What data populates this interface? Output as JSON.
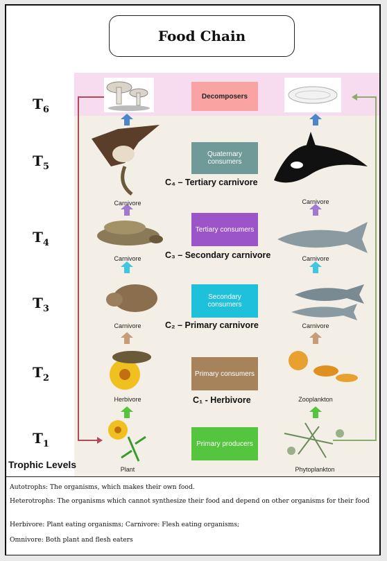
{
  "title": "Food Chain",
  "levels": [
    {
      "main": "T",
      "sub": "6"
    },
    {
      "main": "T",
      "sub": "5"
    },
    {
      "main": "T",
      "sub": "4"
    },
    {
      "main": "T",
      "sub": "3"
    },
    {
      "main": "T",
      "sub": "2"
    },
    {
      "main": "T",
      "sub": "1"
    }
  ],
  "boxes": {
    "decomposers": "Decomposers",
    "quaternary": "Quaternary consumers",
    "tertiary": "Tertiary consumers",
    "secondary": "Secondary consumers",
    "primary": "Primary consumers",
    "producers": "Primary producers"
  },
  "descriptions": {
    "c4": "C₄ – Tertiary carnivore",
    "c3": "C₃ – Secondary carnivore",
    "c2": "C₂ – Primary carnivore",
    "c1": "C₁ - Herbivore"
  },
  "left_labels": {
    "t5": "Carnivore",
    "t4": "Carnivore",
    "t3": "Carnivore",
    "t2": "Herbivore",
    "t1": "Plant"
  },
  "right_labels": {
    "t5": "Carnivore",
    "t4": "Carnivore",
    "t3": "Carnivore",
    "t2": "Zooplankton",
    "t1": "Phytoplankton"
  },
  "trophic_levels_label": "Trophic Levels",
  "notes": {
    "autotrophs": "Autotrophs: The organisms, which makes their own food.",
    "heterotrophs": "Heterotrophs: The organisms which cannot synthesize their food and depend on other organisms for their food",
    "herbivore": "Herbivore: Plant eating organisms; Carnivore: Flesh eating organisms;",
    "omnivore": "Omnivore: Both plant and flesh eaters"
  },
  "colors": {
    "decomposers": "#f9a3a3",
    "quaternary": "#6f9a97",
    "tertiary": "#9c55c8",
    "secondary": "#1fc0d9",
    "primary": "#a7835c",
    "producers": "#55c43e",
    "cycle_left": "#b04a5a",
    "cycle_right": "#8aab6a"
  }
}
